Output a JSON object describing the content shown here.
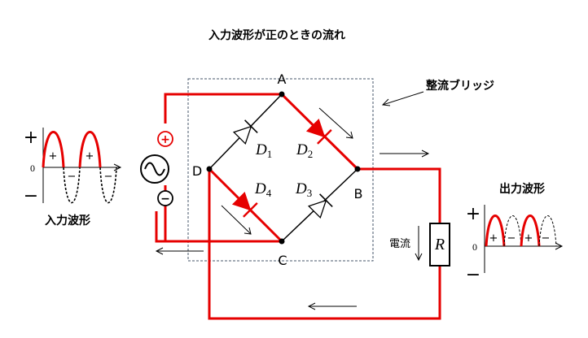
{
  "title": "入力波形が正のときの流れ",
  "bridge_label": "整流ブリッジ",
  "input_label": "入力波形",
  "output_label": "出力波形",
  "current_label": "電流",
  "resistor_label": "R",
  "nodes": {
    "a": "A",
    "b": "B",
    "c": "C",
    "d": "D"
  },
  "diodes": {
    "d1": {
      "main": "D",
      "sub": "1"
    },
    "d2": {
      "main": "D",
      "sub": "2"
    },
    "d3": {
      "main": "D",
      "sub": "3"
    },
    "d4": {
      "main": "D",
      "sub": "4"
    }
  },
  "source_plus": "+",
  "source_minus": "−",
  "input_wave": {
    "plus": "+",
    "minus": "−",
    "zero": "0",
    "half_plus": "+",
    "half_minus": "−"
  },
  "output_wave": {
    "plus": "+",
    "minus": "−",
    "zero": "0",
    "half_plus": "+",
    "half_minus": "−"
  },
  "colors": {
    "active": "#e60000",
    "wire": "#000000",
    "box": "#44546a"
  }
}
